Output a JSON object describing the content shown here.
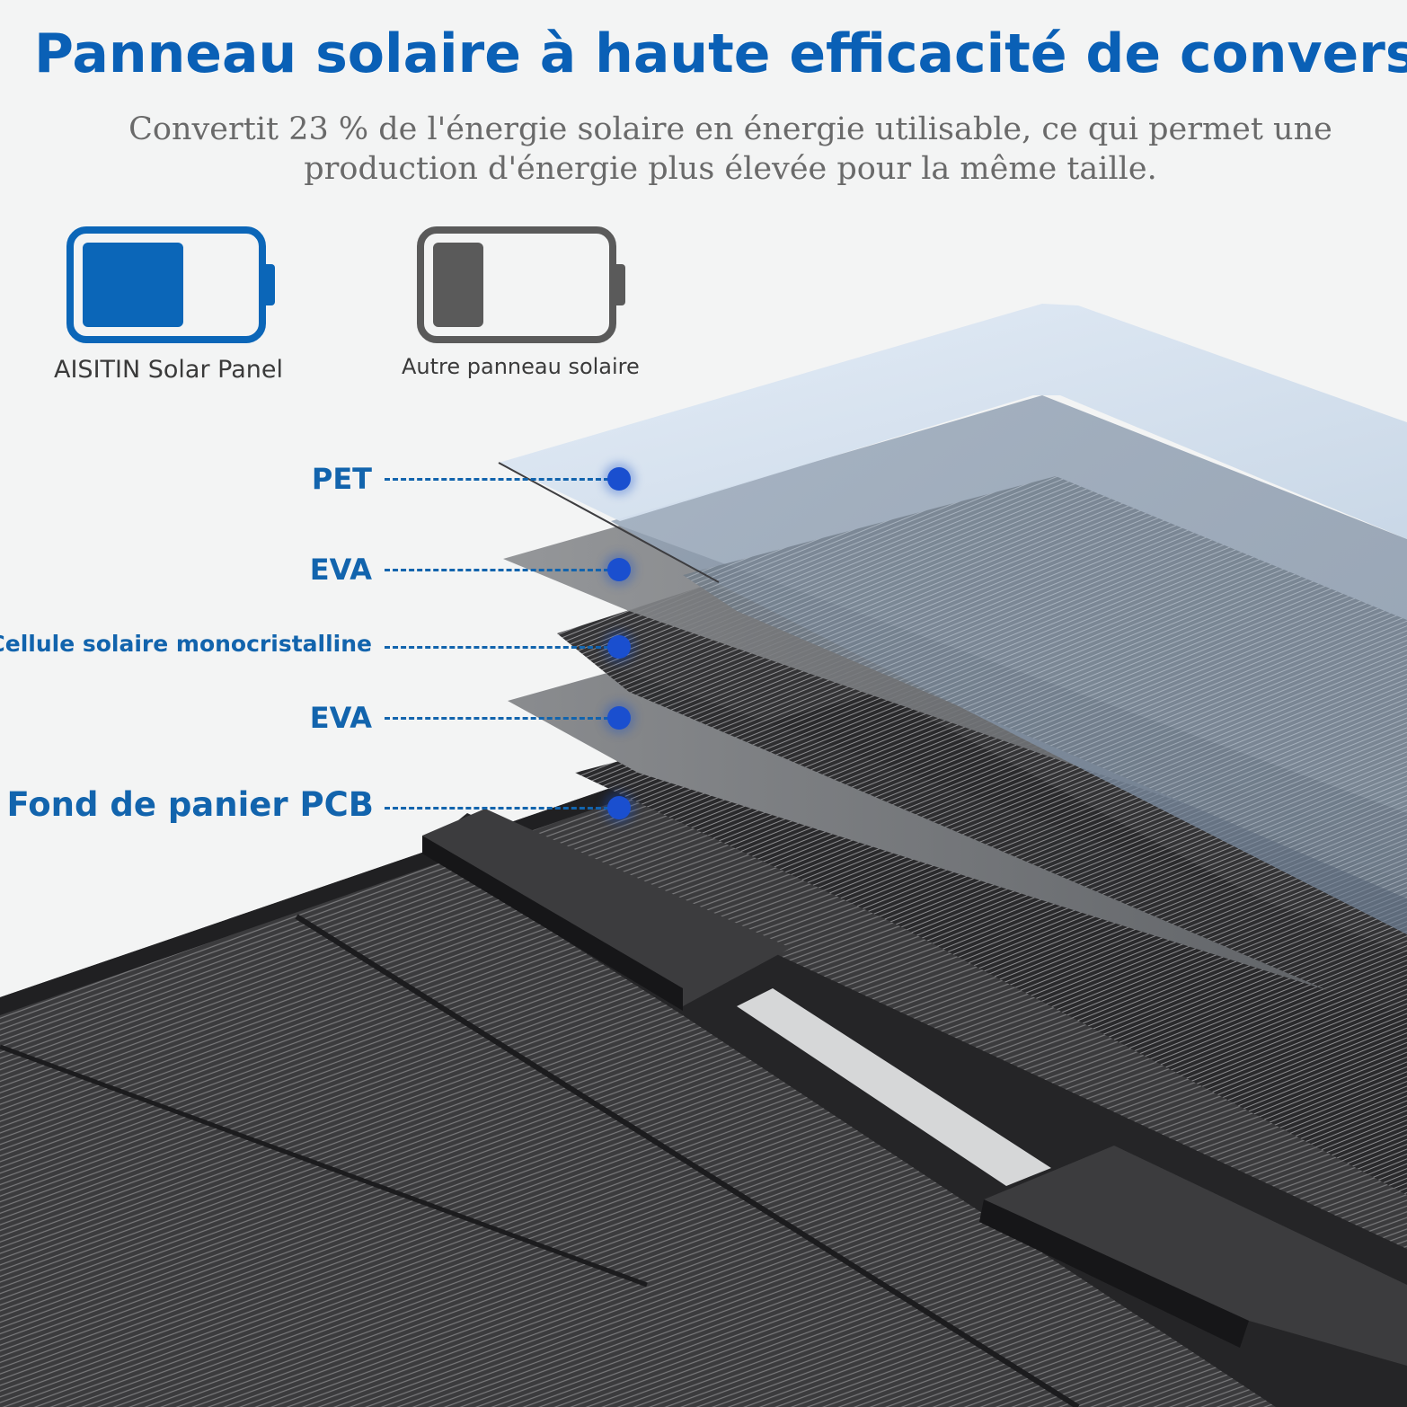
{
  "header": {
    "title": "Panneau solaire à haute efficacité de conversion",
    "subtitle": "Convertit 23 % de l'énergie solaire en énergie utilisable, ce qui permet une production d'énergie plus élevée pour la même taille."
  },
  "comparison": [
    {
      "label": "AISITIN Solar Panel",
      "icon": "battery-high-icon",
      "charge_fraction": 0.6
    },
    {
      "label": "Autre panneau solaire",
      "icon": "battery-low-icon",
      "charge_fraction": 0.3
    }
  ],
  "layers": [
    {
      "label": "PET"
    },
    {
      "label": "EVA"
    },
    {
      "label": "Cellule solaire monocristalline"
    },
    {
      "label": "EVA"
    },
    {
      "label": "Fond de panier PCB"
    }
  ],
  "colors": {
    "brand_blue": "#0b66b8",
    "title_blue": "#0a60b6",
    "label_blue": "#1264ad",
    "dot_blue": "#1a4fcf",
    "battery_gray": "#5a5a5a",
    "background": "#f3f4f4"
  }
}
